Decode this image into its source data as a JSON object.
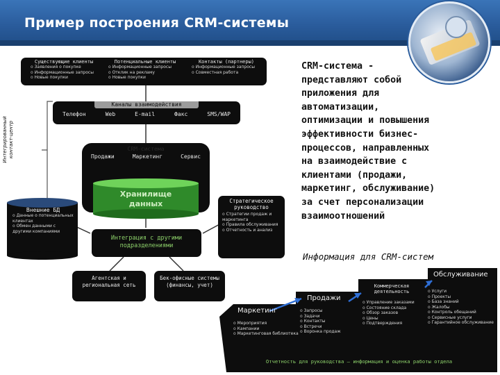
{
  "header": {
    "title": "Пример построения CRM-системы"
  },
  "diagram": {
    "vertical_label": [
      "Интегрированный",
      "контакт-центр"
    ],
    "top_boxes": [
      {
        "title": "Существующие клиенты",
        "items": [
          "Заявления о покупке",
          "Информационные запросы",
          "Новые покупки"
        ]
      },
      {
        "title": "Потенциальные клиенты",
        "items": [
          "Информационные запросы",
          "Отклик на рекламу",
          "Новые покупки"
        ]
      },
      {
        "title": "Контакты (партнеры)",
        "items": [
          "Информационные запросы",
          "Совместная работа"
        ]
      }
    ],
    "channels": {
      "title": "Каналы взаимодействия",
      "items": [
        "Телефон",
        "Web",
        "E-mail",
        "Факс",
        "SMS/WAP"
      ]
    },
    "crm": {
      "title": "CRM-система",
      "items": [
        "Продажи",
        "Маркетинг",
        "Сервис"
      ]
    },
    "storage": "Хранилище данных",
    "external_db": {
      "title": "Внешние БД",
      "items": [
        "Данные о потенциальных клиентах",
        "Обмен данными с другими компаниями"
      ]
    },
    "strategic": {
      "title": "Стратегическое руководство",
      "items": [
        "Стратегии продаж и маркетинга",
        "Правила обслуживания",
        "Отчетность и анализ"
      ]
    },
    "integration": "Интеграция с другими подразделениями",
    "agent_network": "Агентская и региональная сеть",
    "back_office": "Бек-офисные системы (финансы, учет)"
  },
  "description": "CRM-система - представляют собой приложения для автоматизации, оптимизации и повышения эффективности бизнес-процессов, направленных на взаимодействие с клиентами (продажи, маркетинг, обслуживание) за счет персонализации взаимоотношений",
  "description_lines": [
    "CRM-система -",
    "представляют собой",
    "приложения для",
    "автоматизации,",
    "оптимизации и повышения",
    "эффективности бизнес-",
    "процессов, направленных",
    "на взаимодействие с",
    "клиентами (продажи,",
    "маркетинг, обслуживание)",
    "за счет персонализации",
    "взаимоотношений"
  ],
  "info_caption": "Информация для CRM-систем",
  "info": {
    "marketing": {
      "title": "Маркетинг",
      "items": [
        "Мероприятия",
        "Кампании",
        "Маркетинговая библиотека"
      ]
    },
    "sales": {
      "title": "Продажи",
      "items": [
        "Запросы",
        "Задачи",
        "Контакты",
        "Встречи",
        "Воронка продаж"
      ]
    },
    "commercial": {
      "title": "Коммерческая деятельность",
      "items": [
        "Управление заказами",
        "Состояние склада",
        "Обзор заказов",
        "Цены",
        "Подтверждения"
      ]
    },
    "service": {
      "title": "Обслуживание",
      "items": [
        "Услуги",
        "Проекты",
        "База знаний",
        "Жалобы",
        "Контроль обещаний",
        "Сервисные услуги",
        "Гарантийное обслуживание"
      ]
    },
    "footer": "Отчетность для руководства – информация и оценка работы отдела"
  },
  "colors": {
    "header_bg": "#2a5c9c",
    "box_bg": "#0d0d0d",
    "green_text": "#8ed26b",
    "arrow_blue": "#2f6fd6"
  }
}
